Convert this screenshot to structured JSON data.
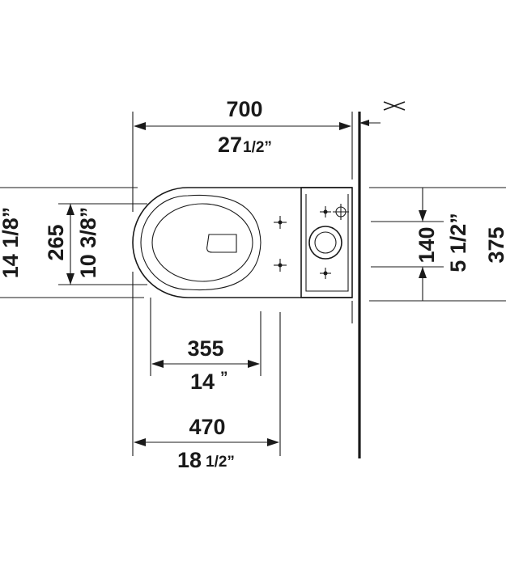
{
  "wall_marker": "X",
  "dimensions": {
    "width_mm": "700",
    "width_in_whole": "27",
    "width_in_frac": "1/2”",
    "bowl_mm": "265",
    "bowl_in": "10 3/8”",
    "bowl_outer_in": "14 1/8”",
    "outlet_mm": "140",
    "outlet_in": "5 1/2”",
    "depth_mm": "375",
    "rough_mm": "355",
    "rough_in_whole": "14",
    "rough_in_frac": "”",
    "fix_mm": "470",
    "fix_in_whole": "18",
    "fix_in_frac": "1/2”"
  }
}
